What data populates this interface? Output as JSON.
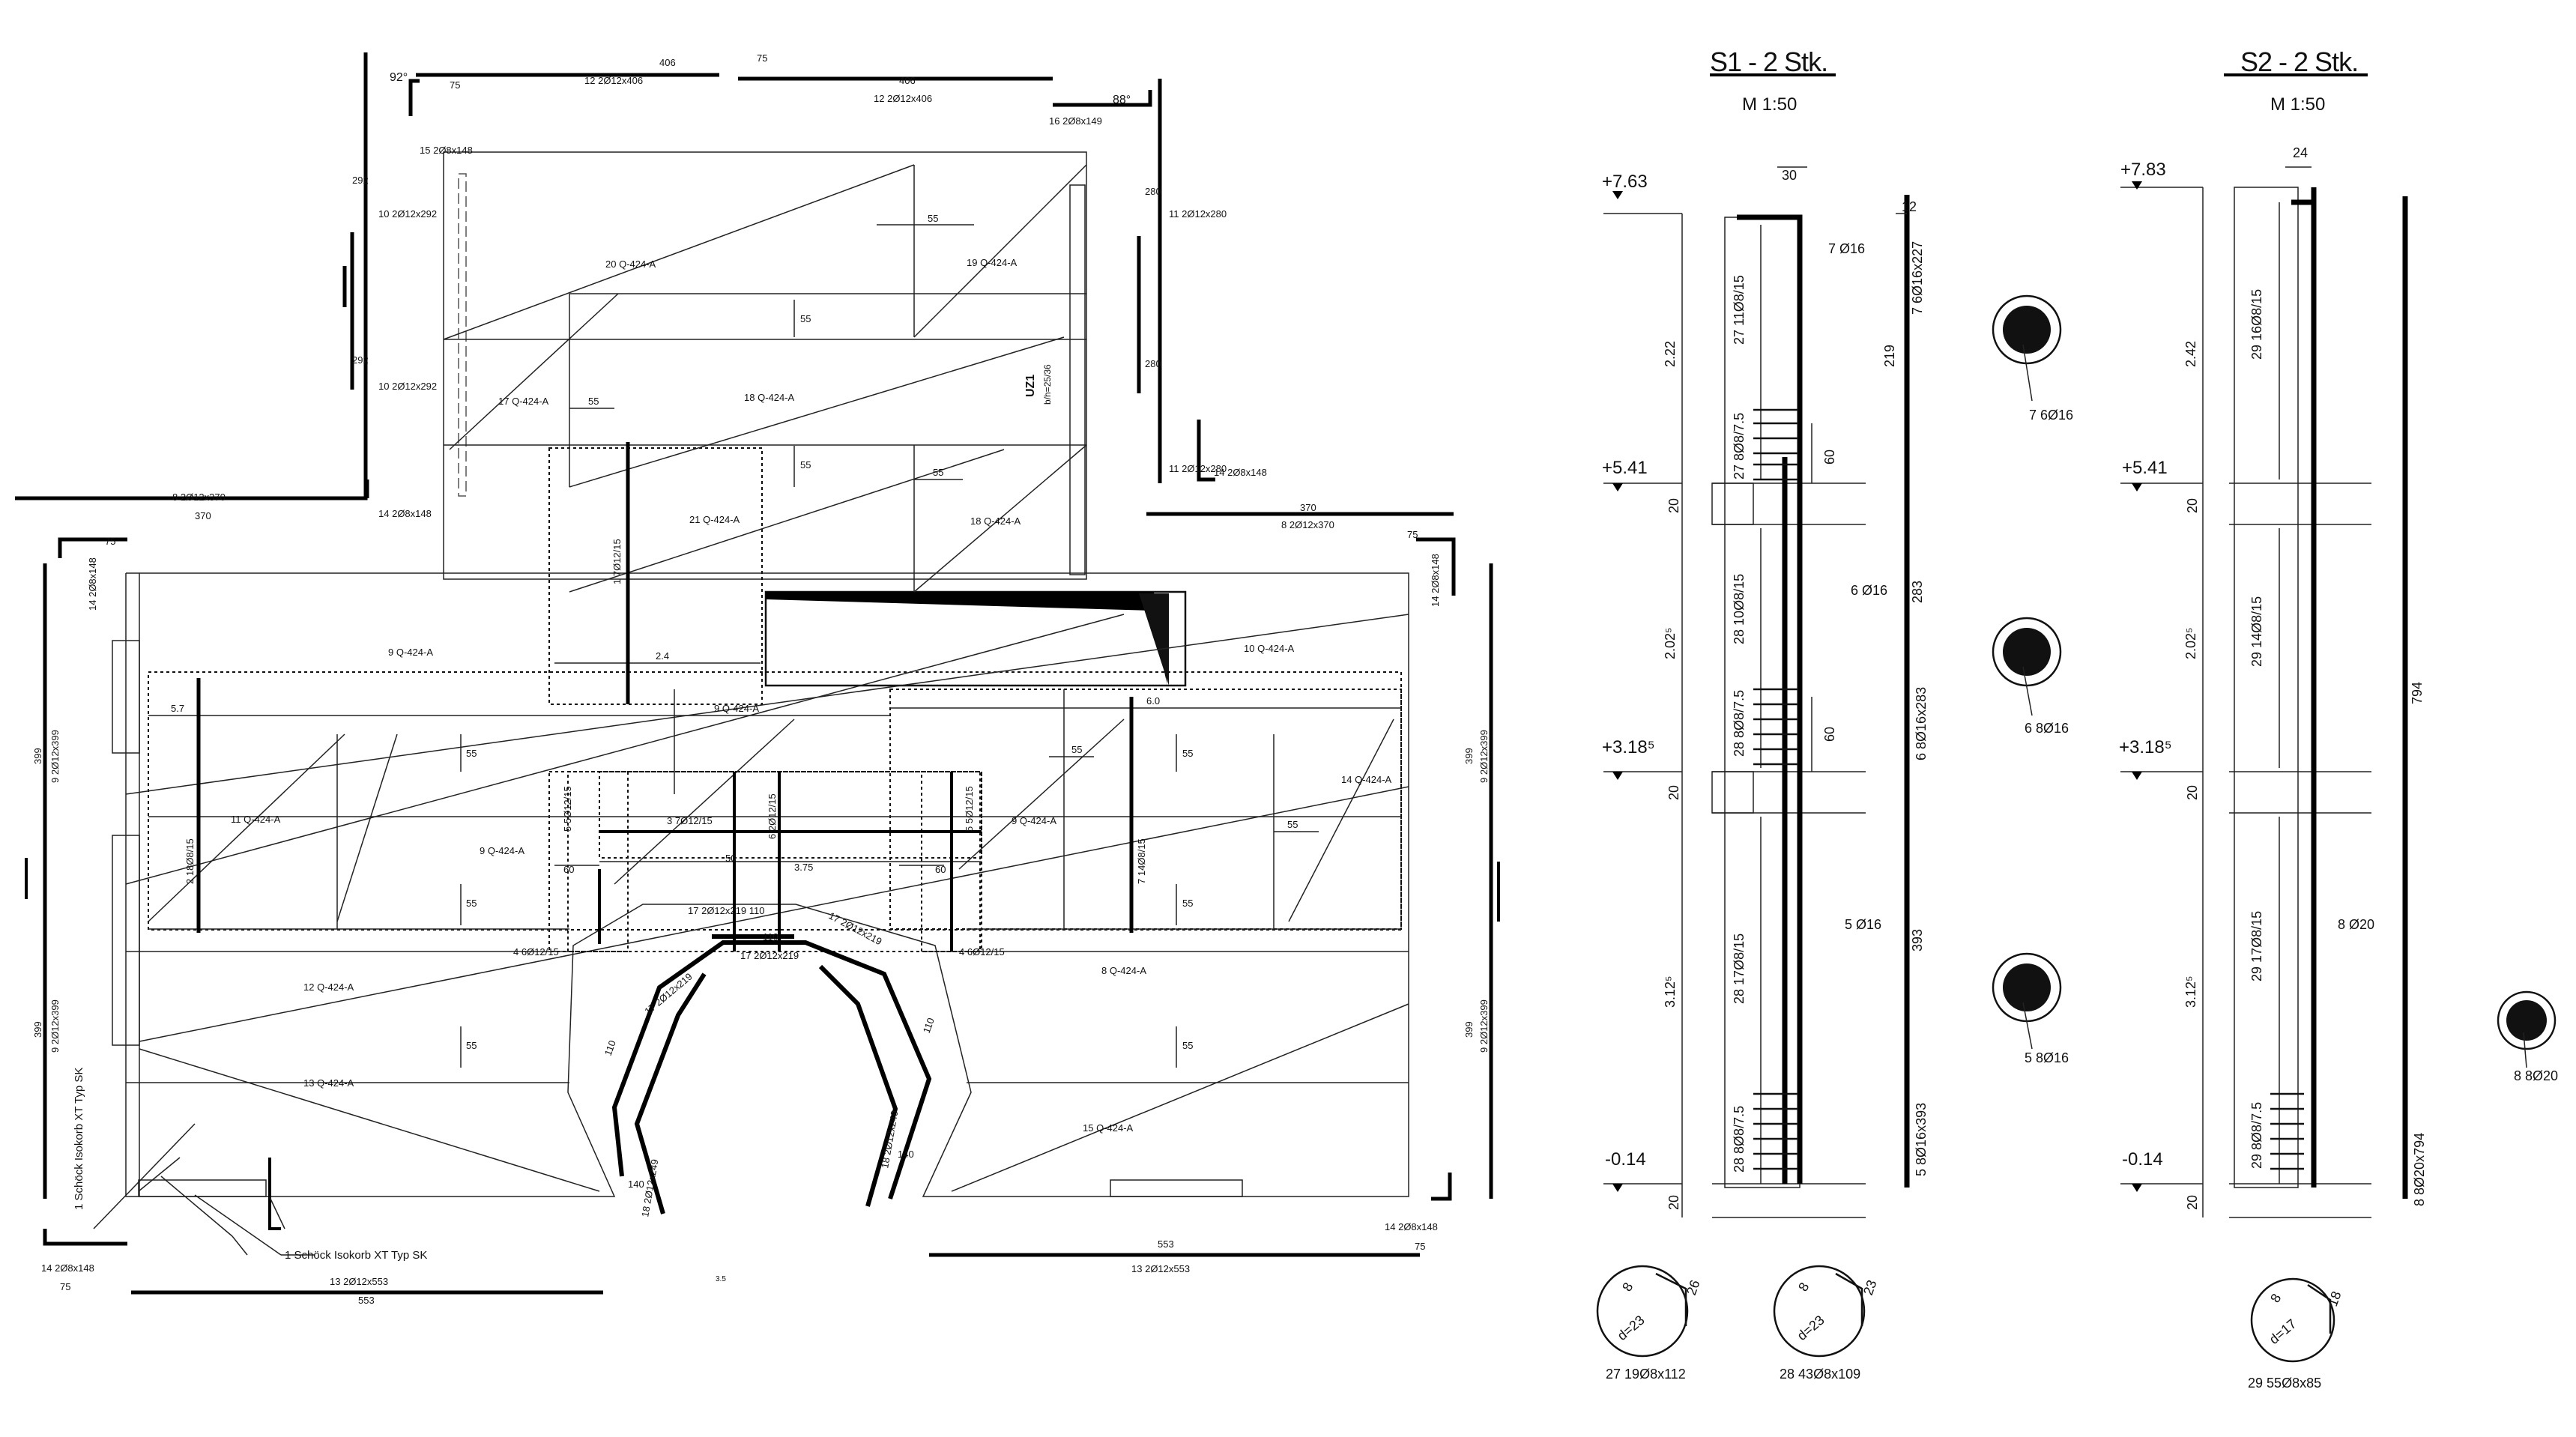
{
  "plan": {
    "angles": [
      "92°",
      "88°"
    ],
    "top_dims": [
      "406",
      "406",
      "75",
      "75"
    ],
    "top_marks": [
      {
        "no": "12",
        "text": "2Ø12x406"
      },
      {
        "no": "12",
        "text": "2Ø12x406"
      },
      {
        "no": "15",
        "text": "2Ø8x148"
      },
      {
        "no": "16",
        "text": "2Ø8x149"
      }
    ],
    "left_column": [
      {
        "no": "10",
        "text": "2Ø12x292",
        "dim": "292"
      },
      {
        "no": "10",
        "text": "2Ø12x292",
        "dim": "292"
      },
      {
        "no": "14",
        "text": "2Ø8x148",
        "dim": "75"
      }
    ],
    "right_column": [
      {
        "no": "11",
        "text": "2Ø12x280",
        "dim": "280"
      },
      {
        "no": "11",
        "text": "2Ø12x280",
        "dim": "280"
      },
      {
        "no": "14",
        "text": "2Ø8x148",
        "dim": "75"
      }
    ],
    "middle_labels": [
      {
        "no": "8",
        "text": "2Ø12x370",
        "dim": "370"
      },
      {
        "no": "8",
        "text": "2Ø12x370",
        "dim": "370"
      }
    ],
    "mesh_labels": [
      {
        "no": "20",
        "text": "Q-424-A"
      },
      {
        "no": "19",
        "text": "Q-424-A"
      },
      {
        "no": "17",
        "text": "Q-424-A"
      },
      {
        "no": "18",
        "text": "Q-424-A"
      },
      {
        "no": "21",
        "text": "Q-424-A"
      },
      {
        "no": "18",
        "text": "Q-424-A"
      },
      {
        "no": "9",
        "text": "Q-424-A"
      },
      {
        "no": "10",
        "text": "Q-424-A"
      },
      {
        "no": "11",
        "text": "Q-424-A"
      },
      {
        "no": "9",
        "text": "Q-424-A"
      },
      {
        "no": "12",
        "text": "Q-424-A"
      },
      {
        "no": "13",
        "text": "Q-424-A"
      },
      {
        "no": "14",
        "text": "Q-424-A"
      },
      {
        "no": "15",
        "text": "Q-424-A"
      },
      {
        "no": "9",
        "text": "Q-424-A"
      },
      {
        "no": "8",
        "text": "Q-424-A"
      }
    ],
    "uz_label": "UZ1",
    "uz_sub": "b/h=25/36",
    "spans": [
      "5.7",
      "6.0",
      "2.4",
      "3.75"
    ],
    "small_dims": [
      "55",
      "55",
      "55",
      "55",
      "55",
      "55",
      "55",
      "55",
      "55",
      "55",
      "55",
      "55",
      "55",
      "60",
      "60",
      "50"
    ],
    "rebar_marks": [
      {
        "no": "1",
        "text": "7Ø12/15"
      },
      {
        "no": "2",
        "text": "18Ø8/15"
      },
      {
        "no": "3",
        "text": "7Ø12/15"
      },
      {
        "no": "4",
        "text": "6Ø12/15"
      },
      {
        "no": "4",
        "text": "6Ø12/15"
      },
      {
        "no": "5",
        "text": "5Ø12/15"
      },
      {
        "no": "5",
        "text": "5Ø12/15"
      },
      {
        "no": "6",
        "text": "2Ø12/15"
      },
      {
        "no": "7",
        "text": "14Ø8/15"
      }
    ],
    "side_left": [
      {
        "no": "9",
        "text": "2Ø12x399",
        "dim": "399"
      },
      {
        "no": "9",
        "text": "2Ø12x399",
        "dim": "399"
      },
      {
        "no": "14",
        "text": "2Ø8x148",
        "dim": "75"
      }
    ],
    "side_right": [
      {
        "no": "9",
        "text": "2Ø12x399",
        "dim": "399"
      },
      {
        "no": "9",
        "text": "2Ø12x399",
        "dim": "399"
      },
      {
        "no": "14",
        "text": "2Ø8x148",
        "dim": "75"
      }
    ],
    "arch_marks": [
      {
        "no": "17",
        "text": "2Ø12x219",
        "dim": "110"
      },
      {
        "no": "17",
        "text": "2Ø12x219",
        "dim": "110"
      },
      {
        "no": "17",
        "text": "2Ø12x219",
        "dim": "110"
      },
      {
        "no": "17",
        "text": "2Ø12x219",
        "dim": "110"
      },
      {
        "no": "18",
        "text": "2Ø12x249",
        "dim": "140"
      },
      {
        "no": "18",
        "text": "2Ø12x249",
        "dim": "140"
      }
    ],
    "isokorb": [
      {
        "no": "1",
        "text": "Schöck Isokorb XT Typ SK"
      },
      {
        "no": "1",
        "text": "Schöck Isokorb XT Typ SK"
      }
    ],
    "bottom_left": {
      "no": "13",
      "text": "2Ø12x553",
      "dim": "553",
      "mark14": "2Ø8x148",
      "dim75": "75"
    },
    "bottom_right": {
      "no": "13",
      "text": "2Ø12x553",
      "dim": "553",
      "mark14": "2Ø8x148",
      "dim75": "75"
    },
    "small_35": "3.5"
  },
  "s1": {
    "title": "S1 - 2 Stk.",
    "scale": "M 1:50",
    "levels": [
      "+7.63",
      "+5.41",
      "+3.18⁵",
      "-0.14"
    ],
    "heights": [
      "2.22",
      "2.02⁵",
      "3.12⁵"
    ],
    "top_width": "30",
    "top_12": "12",
    "gaps": [
      "20",
      "20",
      "20"
    ],
    "lap": [
      "60",
      "60"
    ],
    "stirrups": [
      {
        "no": "27",
        "text": "11Ø8/15"
      },
      {
        "no": "27",
        "text": "8Ø8/7.5"
      },
      {
        "no": "28",
        "text": "10Ø8/15"
      },
      {
        "no": "28",
        "text": "8Ø8/7.5"
      },
      {
        "no": "28",
        "text": "17Ø8/15"
      },
      {
        "no": "28",
        "text": "8Ø8/7.5"
      }
    ],
    "bar_callouts": [
      {
        "no": "7",
        "text": "Ø16"
      },
      {
        "no": "6",
        "text": "Ø16"
      },
      {
        "no": "5",
        "text": "Ø16"
      }
    ],
    "bars": [
      {
        "no": "7",
        "text": "6Ø16x227",
        "dim": "219"
      },
      {
        "no": "6",
        "text": "8Ø16x283",
        "dim": "283"
      },
      {
        "no": "5",
        "text": "8Ø16x393",
        "dim": "393"
      }
    ],
    "sections": [
      {
        "no": "7",
        "text": "6Ø16"
      },
      {
        "no": "6",
        "text": "8Ø16"
      },
      {
        "no": "5",
        "text": "8Ø16"
      }
    ],
    "stirrup_details": [
      {
        "no": "27",
        "text": "19Ø8x112",
        "d": "d=23",
        "a": "26",
        "b": "8"
      },
      {
        "no": "28",
        "text": "43Ø8x109",
        "d": "d=23",
        "a": "23",
        "b": "8"
      }
    ]
  },
  "s2": {
    "title": "S2 - 2 Stk.",
    "scale": "M 1:50",
    "levels": [
      "+7.83",
      "+5.41",
      "+3.18⁵",
      "-0.14"
    ],
    "heights": [
      "2.42",
      "2.02⁵",
      "3.12⁵"
    ],
    "top_width": "24",
    "gaps": [
      "20",
      "20",
      "20"
    ],
    "stirrups": [
      {
        "no": "29",
        "text": "16Ø8/15"
      },
      {
        "no": "29",
        "text": "14Ø8/15"
      },
      {
        "no": "29",
        "text": "17Ø8/15"
      },
      {
        "no": "29",
        "text": "8Ø8/7.5"
      }
    ],
    "bar_callout": {
      "no": "8",
      "text": "Ø20"
    },
    "bar": {
      "no": "8",
      "text": "8Ø20x794",
      "dim": "794"
    },
    "section": {
      "no": "8",
      "text": "8Ø20"
    },
    "stirrup_detail": {
      "no": "29",
      "text": "55Ø8x85",
      "d": "d=17",
      "a": "18",
      "b": "8"
    }
  }
}
